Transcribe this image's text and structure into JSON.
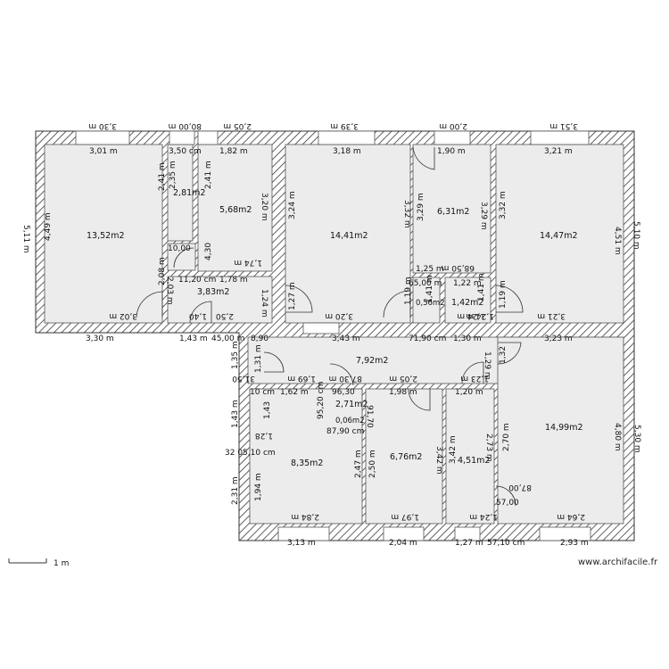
{
  "areas": {
    "r1": "13,52m2",
    "r2": "2,81m2",
    "r3": "5,68m2",
    "r4": "14,41m2",
    "r5": "6,31m2",
    "r6": "14,47m2",
    "r7": "3,83m2",
    "r8": "7,92m2",
    "r9": "2,71m2",
    "r10": "8,35m2",
    "r11": "6,76m2",
    "r12": "4,51m2",
    "r13": "14,99m2",
    "r14": "1,42m2",
    "r15": "0,56m2",
    "r16": "0,06m2"
  },
  "top_outer": [
    "3,30 m",
    "80,00 m",
    "2,05 m",
    "3,39 m",
    "2,00 m",
    "3,51 m"
  ],
  "top_inner": [
    "3,01 m",
    "3,50 cm",
    "1,82 m",
    "3,18 m",
    "1,90 m",
    "3,21 m"
  ],
  "left_dims": [
    "5,11 m",
    "4,49 m",
    "2,41 m",
    "2,08 m",
    "2,03 m",
    "2,35 m",
    "2,41 m",
    "4,30"
  ],
  "right_dims": [
    "5,10 m",
    "4,51 m",
    "5,30 m",
    "4,80 m"
  ],
  "upper_row_bottom": [
    "3,02 m",
    "1,40",
    "2,50",
    "3,20 m",
    "1,24 m",
    "3,21 m",
    "1,74 m",
    "1,78 m",
    "11,20 cm",
    "10,00"
  ],
  "mid_row": [
    "3,30 m",
    "1,43 m",
    "45,00 m",
    "8,90",
    "3,43 m",
    "71,90 cm",
    "1,30 m",
    "3,23 m"
  ],
  "mid_inner": [
    "1,62 m",
    "1,69 m",
    "87,30 m",
    "2,05 m",
    "1,98 m",
    "1,23 m",
    "1,20 m",
    "1,32",
    "1,29 m"
  ],
  "vertical_mid": [
    "3,24 m",
    "3,20 m",
    "1,27 m",
    "1,24 m",
    "3,32 m",
    "3,29 m",
    "3,29 m",
    "3,32 m",
    "1,19 m",
    "1,19 m",
    "1,31 m",
    "1,35 m"
  ],
  "hall_dims": [
    "1,25 m",
    "68,50 m",
    "1,22 m",
    "65,00 m",
    "1,41 m",
    "1,41 m",
    "1,24 m"
  ],
  "lower_vertical": [
    "1,43 m",
    "1,43",
    "2,31 m",
    "1,94 m",
    "2,47 m",
    "2,50 m",
    "91,70",
    "3,42 m",
    "3,42 m",
    "2,73 m",
    "2,70 m"
  ],
  "lower_small": [
    "95,20 cm",
    "96,30",
    "87,90 cm",
    "32 05,10 cm",
    "31,50",
    "10 cm",
    "57,00",
    "87,00",
    "57,10 cm",
    "1,28"
  ],
  "bottom_inner": [
    "2,84 m",
    "1,97 m",
    "1,24 m",
    "2,64 m"
  ],
  "bottom_outer": [
    "3,13 m",
    "2,04 m",
    "1,27 m",
    "57,10 cm",
    "2,93 m"
  ],
  "scale_label": "1 m",
  "watermark": "www.archifacile.fr",
  "colors": {
    "wall_hatch": "#3a3a3a",
    "floor": "#ececec",
    "wall_bg": "#ffffff"
  }
}
